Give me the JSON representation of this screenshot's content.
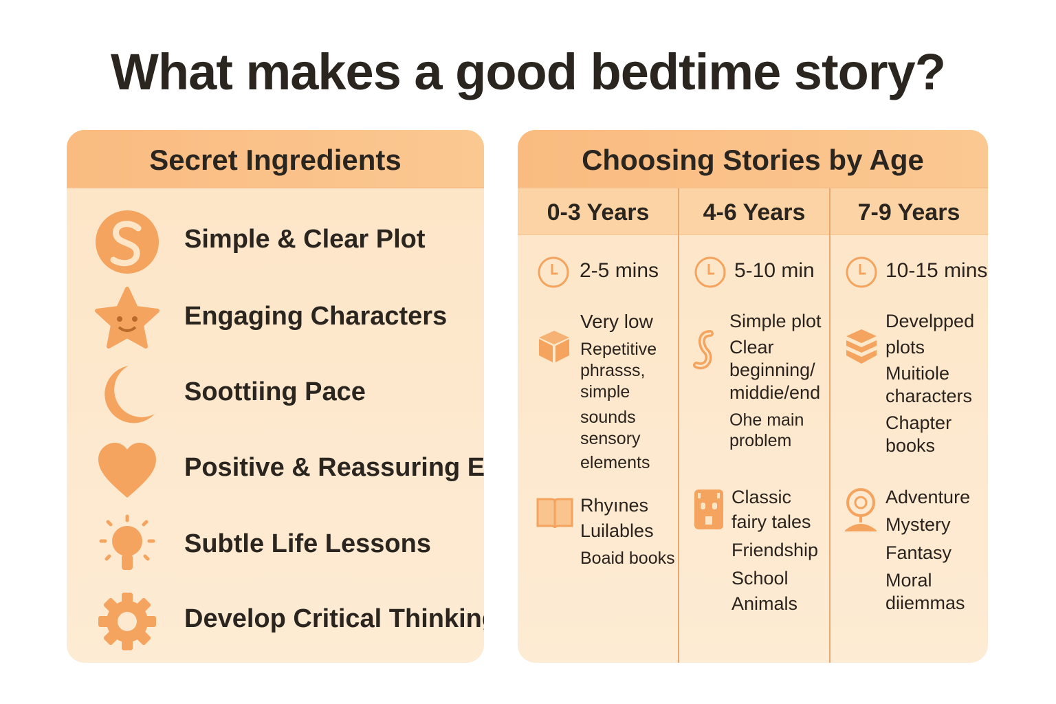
{
  "title": "What makes a good bedtime story?",
  "colors": {
    "header": "#f9bb80",
    "panel": "#fde5c6",
    "icon": "#f4a45e",
    "divider": "#e9a86b"
  },
  "left": {
    "heading": "Secret Ingredients",
    "items": [
      {
        "label": "Simple & Clear Plot",
        "icon": "s-swirl-icon"
      },
      {
        "label": "Engaging Characters",
        "icon": "smiling-star-icon"
      },
      {
        "label": "Soottiing Pace",
        "icon": "moon-icon"
      },
      {
        "label": "Positive & Reassuring End",
        "icon": "heart-icon"
      },
      {
        "label": "Subtle Life Lessons",
        "icon": "lightbulb-icon"
      },
      {
        "label": "Develop Critical Thinking",
        "icon": "gear-icon"
      }
    ]
  },
  "right": {
    "heading": "Choosing Stories by Age",
    "columns": [
      {
        "age": "0-3 Years",
        "time": "2-5 mins",
        "complexity": [
          "Very low",
          "Repetitive",
          "phrasss,",
          "simple",
          "sounds",
          "sensory",
          "elements"
        ],
        "themes": [
          "Rhyınes",
          "Luilables",
          "Boaid books"
        ],
        "icons": [
          "clock-icon",
          "cube-icon",
          "open-book-icon"
        ]
      },
      {
        "age": "4-6 Years",
        "time": "5-10 min",
        "complexity": [
          "Simple plot",
          "Clear",
          "beginning/",
          "middie/end",
          "Ohe main",
          "problem"
        ],
        "themes": [
          "Classic",
          "fairy tales",
          "Friendship",
          "School",
          "Animals"
        ],
        "icons": [
          "clock-icon",
          "s-path-icon",
          "castle-icon"
        ]
      },
      {
        "age": "7-9 Years",
        "time": "10-15 mins",
        "complexity": [
          "Develpped",
          "plots",
          "Muitiole",
          "characters",
          "Chapter",
          "books"
        ],
        "themes": [
          "Adventure",
          "Mystery",
          "Fantasy",
          "Moral",
          "diiemmas"
        ],
        "icons": [
          "clock-icon",
          "stack-icon",
          "magnifier-icon"
        ]
      }
    ]
  }
}
